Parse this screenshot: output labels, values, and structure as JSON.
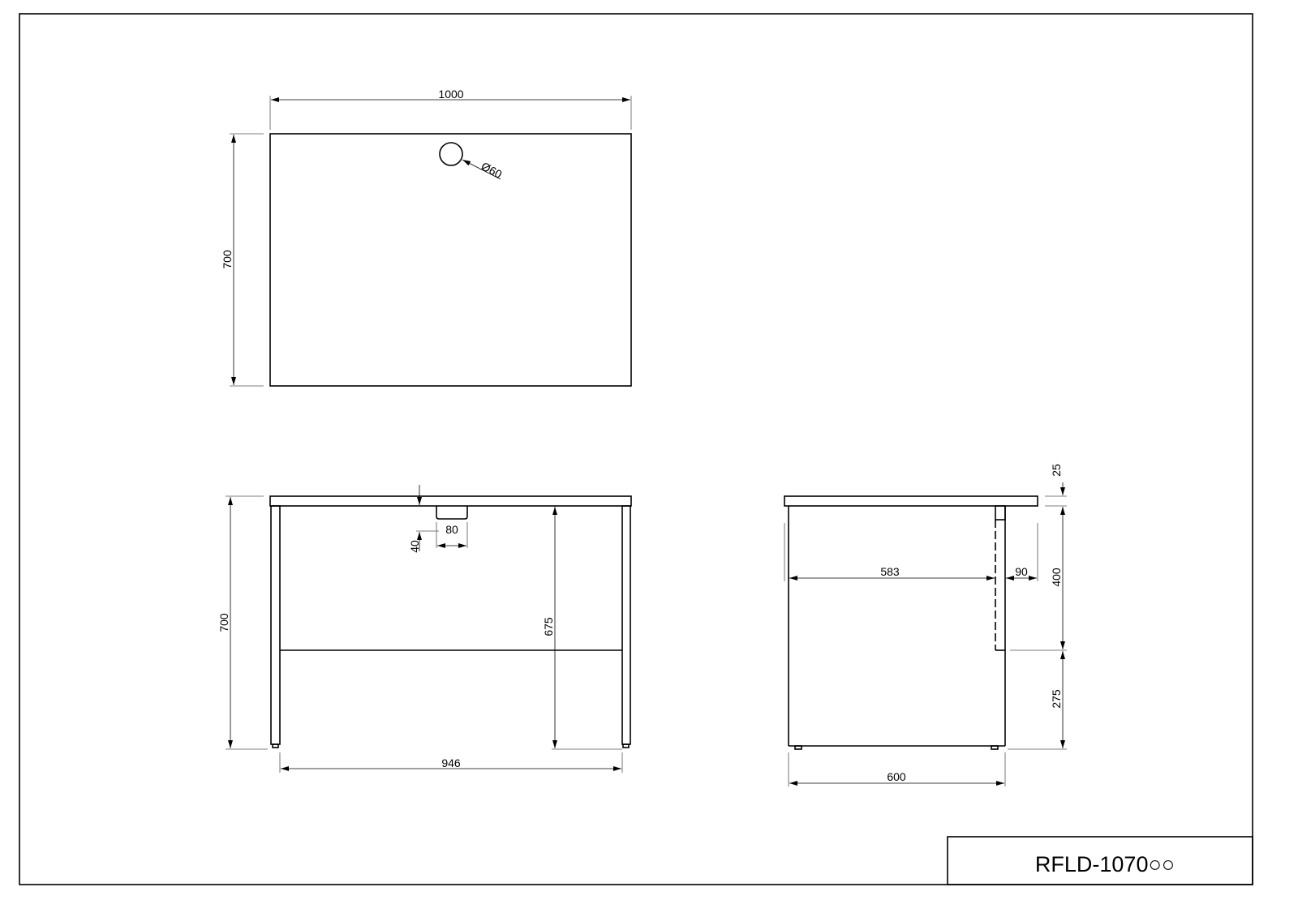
{
  "title_block": {
    "code": "RFLD-1070○○"
  },
  "top_view": {
    "width": "1000",
    "depth": "700",
    "grommet": "Ø60"
  },
  "front_view": {
    "height": "700",
    "tray_depth": "40",
    "tray_width": "80",
    "clearance": "675",
    "leg_span": "946"
  },
  "side_view": {
    "inner_depth": "583",
    "panel_offset": "90",
    "top_thickness": "25",
    "panel_height": "400",
    "floor_gap": "275",
    "frame_depth": "600"
  }
}
